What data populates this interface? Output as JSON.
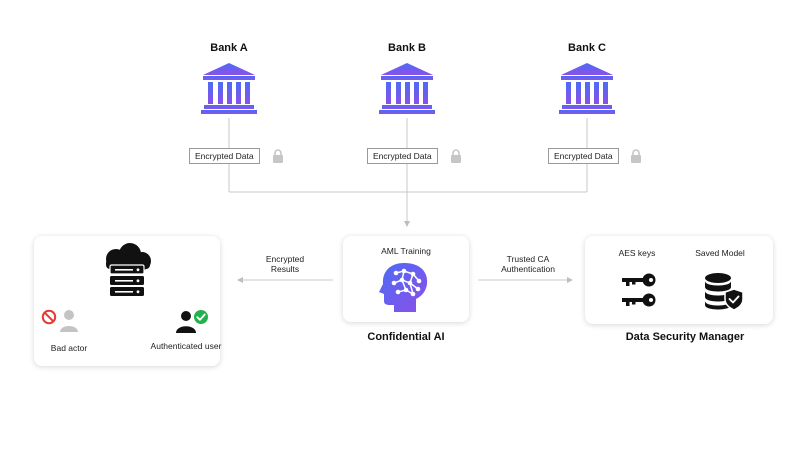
{
  "banks": [
    {
      "label": "Bank A",
      "data_label": "Encrypted Data"
    },
    {
      "label": "Bank B",
      "data_label": "Encrypted Data"
    },
    {
      "label": "Bank C",
      "data_label": "Encrypted Data"
    }
  ],
  "client": {
    "bad_actor_label": "Bad actor",
    "auth_user_label": "Authenticated user"
  },
  "arrows": {
    "encrypted_results": "Encrypted Results",
    "trusted_ca": "Trusted CA Authentication"
  },
  "confidential_ai": {
    "card_label": "AML Training",
    "title": "Confidential AI"
  },
  "security_manager": {
    "aes_label": "AES keys",
    "model_label": "Saved Model",
    "title": "Data Security Manager"
  },
  "colors": {
    "accent_blue": "#4c6cf5",
    "accent_purple": "#8c4fe8",
    "check_green": "#22b14c",
    "deny_red": "#e53935",
    "line_gray": "#c8c8c8"
  }
}
